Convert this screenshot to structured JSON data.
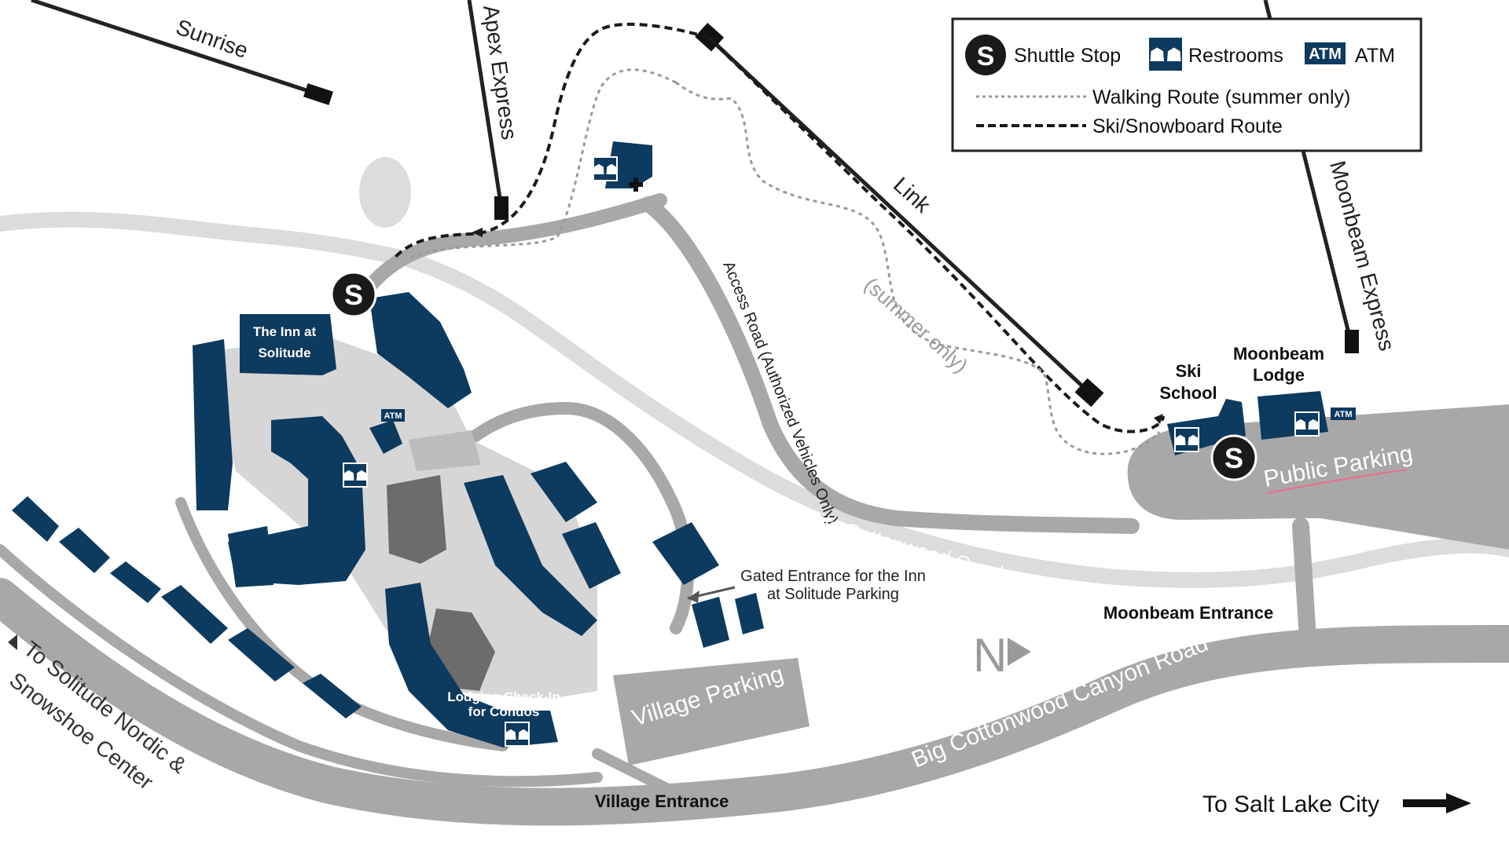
{
  "colors": {
    "building": "#0d3a5f",
    "road": "#a8a8a8",
    "plaza": "#d6d6d6",
    "creek": "#dcdcdc",
    "dark_plaza": "#6c6c6c",
    "lift_line": "#222222",
    "route_black": "#1a1a1a",
    "route_gray": "#9a9a9a",
    "public_parking_underline": "#e86f8a"
  },
  "legend": {
    "shuttle_stop": "Shuttle Stop",
    "shuttle_letter": "S",
    "restrooms": "Restrooms",
    "atm_badge": "ATM",
    "atm": "ATM",
    "walking_route": "Walking Route (summer only)",
    "ski_route": "Ski/Snowboard Route"
  },
  "lifts": {
    "sunrise": "Sunrise",
    "apex": "Apex Express",
    "link": "Link",
    "moonbeam": "Moonbeam Express"
  },
  "labels": {
    "summer_only": "(summer only)",
    "access_road": "Access Road (Authorized Vehicles Only)",
    "creek": "Big Cottonwood Creek",
    "canyon_road": "Big Cottonwood Canyon Road",
    "public_parking": "Public Parking",
    "village_parking": "Village Parking",
    "ski_school_1": "Ski",
    "ski_school_2": "School",
    "moonbeam_lodge_1": "Moonbeam",
    "moonbeam_lodge_2": "Lodge",
    "moonbeam_entrance": "Moonbeam Entrance",
    "village_entrance": "Village Entrance",
    "to_slc": "To Salt Lake City",
    "to_nordic_1": "To Solitude Nordic &",
    "to_nordic_2": "Snowshoe Center",
    "inn_1": "The Inn at",
    "inn_2": "Solitude",
    "lodging_1": "Lodging Check-In",
    "lodging_2": "for Condos",
    "gated_1": "Gated Entrance for the Inn",
    "gated_2": "at Solitude Parking",
    "north": "N",
    "atm_small": "ATM"
  },
  "icons": [
    "shuttle-stop-icon",
    "restroom-icon",
    "atm-icon",
    "north-arrow-icon",
    "arrow-right-icon",
    "first-aid-cross-icon"
  ]
}
